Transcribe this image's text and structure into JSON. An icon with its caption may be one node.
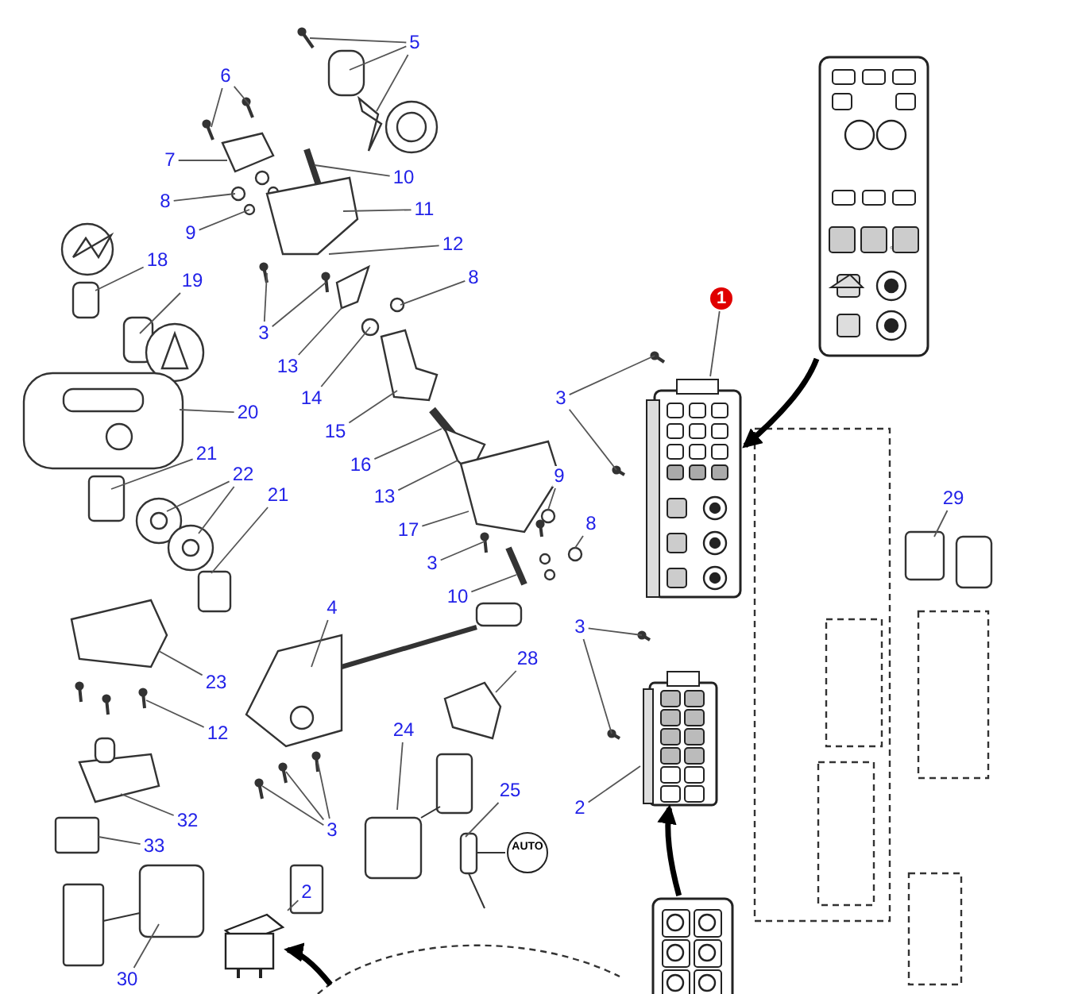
{
  "diagram": {
    "nodes": [
      {
        "text": [
          "5"
        ]
      },
      {
        "text": [
          "6"
        ]
      },
      {
        "text": [
          "7"
        ]
      },
      {
        "text": [
          "10"
        ]
      },
      {
        "text": [
          "8"
        ]
      },
      {
        "text": [
          "11"
        ]
      },
      {
        "text": [
          "9"
        ]
      },
      {
        "text": [
          "12"
        ]
      },
      {
        "text": [
          "18"
        ]
      },
      {
        "text": [
          "19"
        ]
      },
      {
        "text": [
          "8"
        ]
      },
      {
        "text": [
          "3"
        ]
      },
      {
        "text": [
          "13"
        ]
      },
      {
        "text": [
          "14"
        ]
      },
      {
        "text": [
          "20"
        ]
      },
      {
        "text": [
          "15"
        ]
      },
      {
        "text": [
          "21"
        ]
      },
      {
        "text": [
          "16"
        ]
      },
      {
        "text": [
          "22"
        ]
      },
      {
        "text": [
          "21"
        ]
      },
      {
        "text": [
          "13"
        ]
      },
      {
        "text": [
          "17"
        ]
      },
      {
        "text": [
          "3"
        ]
      },
      {
        "text": [
          "10"
        ]
      },
      {
        "text": [
          "4"
        ]
      },
      {
        "text": [
          "28"
        ]
      },
      {
        "text": [
          "23"
        ]
      },
      {
        "text": [
          "12"
        ]
      },
      {
        "text": [
          "24"
        ]
      },
      {
        "text": [
          "25"
        ]
      },
      {
        "text": [
          "32"
        ]
      },
      {
        "text": [
          "3"
        ]
      },
      {
        "text": [
          "33"
        ]
      },
      {
        "text": [
          "2"
        ]
      },
      {
        "text": [
          "30"
        ]
      },
      {
        "text": [
          "1"
        ]
      },
      {
        "text": [
          "3"
        ]
      },
      {
        "text": [
          "9"
        ]
      },
      {
        "text": [
          "8"
        ]
      },
      {
        "text": [
          "29"
        ]
      },
      {
        "text": [
          "3"
        ]
      },
      {
        "text": [
          "2"
        ]
      },
      {
        "text": [],
        "shape": "picture"
      },
      {
        "text": [],
        "shape": "picture"
      },
      {
        "text": [],
        "shape": "picture"
      },
      {
        "text": [],
        "shape": "picture"
      },
      {
        "text": [],
        "shape": "picture"
      }
    ],
    "edges": [
      {
        "from": 0,
        "to": null,
        "arrow": "none"
      },
      {
        "from": 0,
        "to": null,
        "arrow": "none"
      },
      {
        "from": 0,
        "to": null,
        "arrow": "none"
      },
      {
        "from": 1,
        "to": null,
        "arrow": "none"
      },
      {
        "from": 1,
        "to": null,
        "arrow": "none"
      },
      {
        "from": 2,
        "to": null,
        "arrow": "none"
      },
      {
        "from": 3,
        "to": null,
        "arrow": "none"
      },
      {
        "from": 4,
        "to": null,
        "arrow": "none"
      },
      {
        "from": 5,
        "to": null,
        "arrow": "none"
      },
      {
        "from": 6,
        "to": null,
        "arrow": "none"
      },
      {
        "from": 7,
        "to": null,
        "arrow": "none"
      },
      {
        "from": 8,
        "to": null,
        "arrow": "none"
      },
      {
        "from": 11,
        "to": null,
        "arrow": "none"
      },
      {
        "from": 11,
        "to": null,
        "arrow": "none"
      },
      {
        "from": 9,
        "to": null,
        "arrow": "none"
      },
      {
        "from": 10,
        "to": null,
        "arrow": "none"
      },
      {
        "from": 12,
        "to": null,
        "arrow": "none"
      },
      {
        "from": 13,
        "to": null,
        "arrow": "none"
      },
      {
        "from": 14,
        "to": null,
        "arrow": "none"
      },
      {
        "from": 15,
        "to": null,
        "arrow": "none"
      },
      {
        "from": 16,
        "to": null,
        "arrow": "none"
      },
      {
        "from": 17,
        "to": null,
        "arrow": "none"
      },
      {
        "from": 18,
        "to": null,
        "arrow": "none"
      },
      {
        "from": 18,
        "to": null,
        "arrow": "none"
      },
      {
        "from": 19,
        "to": null,
        "arrow": "none"
      },
      {
        "from": 20,
        "to": null,
        "arrow": "none"
      },
      {
        "from": 21,
        "to": null,
        "arrow": "none"
      },
      {
        "from": 22,
        "to": null,
        "arrow": "none"
      },
      {
        "from": 23,
        "to": null,
        "arrow": "none"
      },
      {
        "from": 24,
        "to": null,
        "arrow": "none"
      },
      {
        "from": 25,
        "to": null,
        "arrow": "none"
      },
      {
        "from": 26,
        "to": null,
        "arrow": "none"
      },
      {
        "from": 27,
        "to": null,
        "arrow": "none"
      },
      {
        "from": 28,
        "to": null,
        "arrow": "none"
      },
      {
        "from": 29,
        "to": null,
        "arrow": "none"
      },
      {
        "from": 30,
        "to": null,
        "arrow": "none"
      },
      {
        "from": 31,
        "to": null,
        "arrow": "none"
      },
      {
        "from": 31,
        "to": null,
        "arrow": "none"
      },
      {
        "from": 31,
        "to": null,
        "arrow": "none"
      },
      {
        "from": 32,
        "to": null,
        "arrow": "none"
      },
      {
        "from": 33,
        "to": 46,
        "arrow": "none"
      },
      {
        "from": 34,
        "to": null,
        "arrow": "none"
      },
      {
        "from": 35,
        "to": 43,
        "arrow": "none"
      },
      {
        "from": 36,
        "to": null,
        "arrow": "none"
      },
      {
        "from": 36,
        "to": null,
        "arrow": "none"
      },
      {
        "from": 37,
        "to": null,
        "arrow": "none"
      },
      {
        "from": 38,
        "to": null,
        "arrow": "none"
      },
      {
        "from": 39,
        "to": null,
        "arrow": "none"
      },
      {
        "from": 40,
        "to": null,
        "arrow": "none"
      },
      {
        "from": 40,
        "to": null,
        "arrow": "none"
      },
      {
        "from": 41,
        "to": 45,
        "arrow": "none"
      },
      {
        "from": 42,
        "to": 43,
        "arrow": "to",
        "style": "thick",
        "color": "#000000"
      },
      {
        "from": 44,
        "to": 45,
        "arrow": "to",
        "style": "thick",
        "color": "#000000"
      },
      {
        "from": null,
        "to": 46,
        "arrow": "to",
        "style": "thick",
        "color": "#000000"
      }
    ],
    "labels": [
      "AUTO"
    ]
  }
}
